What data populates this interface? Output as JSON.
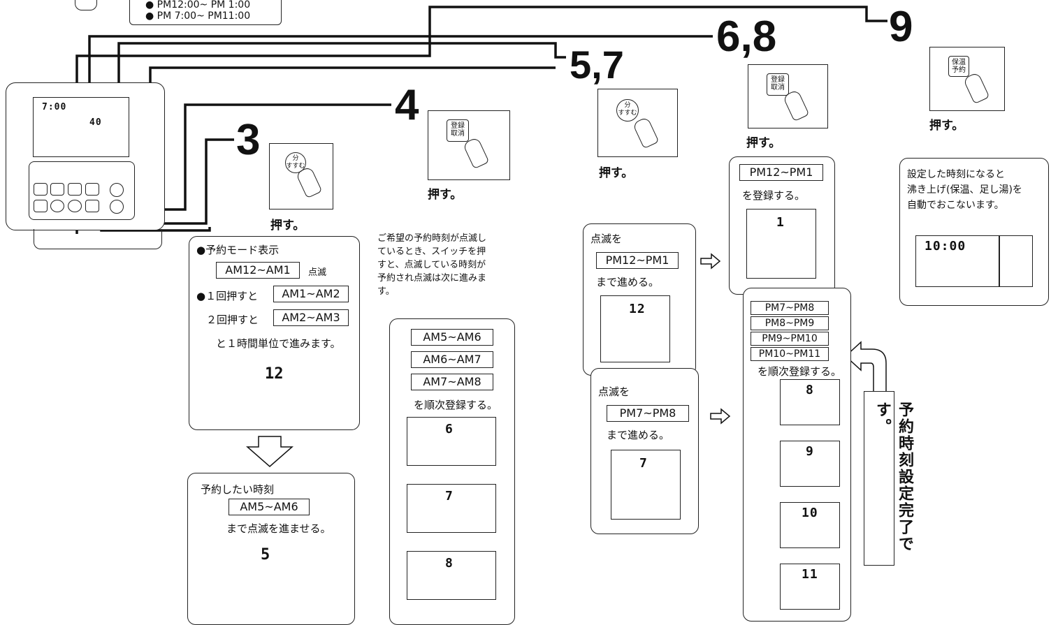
{
  "top_legend": {
    "line1": "● PM12:00~ PM 1:00",
    "line2": "● PM 7:00~ PM11:00"
  },
  "steps": {
    "s3": "3",
    "s4": "4",
    "s57": "5,7",
    "s68": "6,8",
    "s9": "9"
  },
  "buttons": {
    "bun": "分\nすすむ",
    "touroku": "登録\n取消",
    "hoto": "保温\n予約"
  },
  "push_label": "押す。",
  "remote": {
    "lcd_time": "7:00",
    "lcd_temp": "40"
  },
  "box3": {
    "title": "●予約モード表示",
    "initial": "AM12~AM1",
    "blink": "点滅",
    "once": "●１回押すと",
    "once_val": "AM1~AM2",
    "twice": "２回押すと",
    "twice_val": "AM2~AM3",
    "advance": "と１時間単位で進みます。",
    "lcd_digit": "12"
  },
  "box_want": {
    "title": "予約したい時刻",
    "value": "AM5~AM6",
    "desc": "まで点滅を進ませる。",
    "lcd_digit": "5"
  },
  "note4": {
    "line1": "ご希望の予約時刻が点滅し",
    "line2": "ているとき、スイッチを押",
    "line3": "すと、点滅している時刻が",
    "line4": "予約され点滅は次に進みま",
    "line5": "す。"
  },
  "box4": {
    "items": [
      "AM5~AM6",
      "AM6~AM7",
      "AM7~AM8"
    ],
    "desc": "を順次登録する。",
    "lcd": [
      "6",
      "7",
      "8"
    ]
  },
  "box5a": {
    "title": "点滅を",
    "value": "PM12~PM1",
    "desc": "まで進める。",
    "lcd_digit": "12"
  },
  "box5b": {
    "title": "点滅を",
    "value": "PM7~PM8",
    "desc": "まで進める。",
    "lcd_digit": "7"
  },
  "box6a": {
    "value": "PM12~PM1",
    "desc": "を登録する。",
    "lcd_digit": "1"
  },
  "box6b": {
    "items": [
      "PM7~PM8",
      "PM8~PM9",
      "PM9~PM10",
      "PM10~PM11"
    ],
    "desc": "を順次登録する。",
    "lcd": [
      "8",
      "9",
      "10",
      "11"
    ]
  },
  "vertical_note": "予約時刻設定完了です。",
  "box9": {
    "line1": "設定した時刻になると",
    "line2": "沸き上げ(保温、足し湯)を",
    "line3": "自動でおこないます。",
    "lcd_time": "10:00"
  }
}
